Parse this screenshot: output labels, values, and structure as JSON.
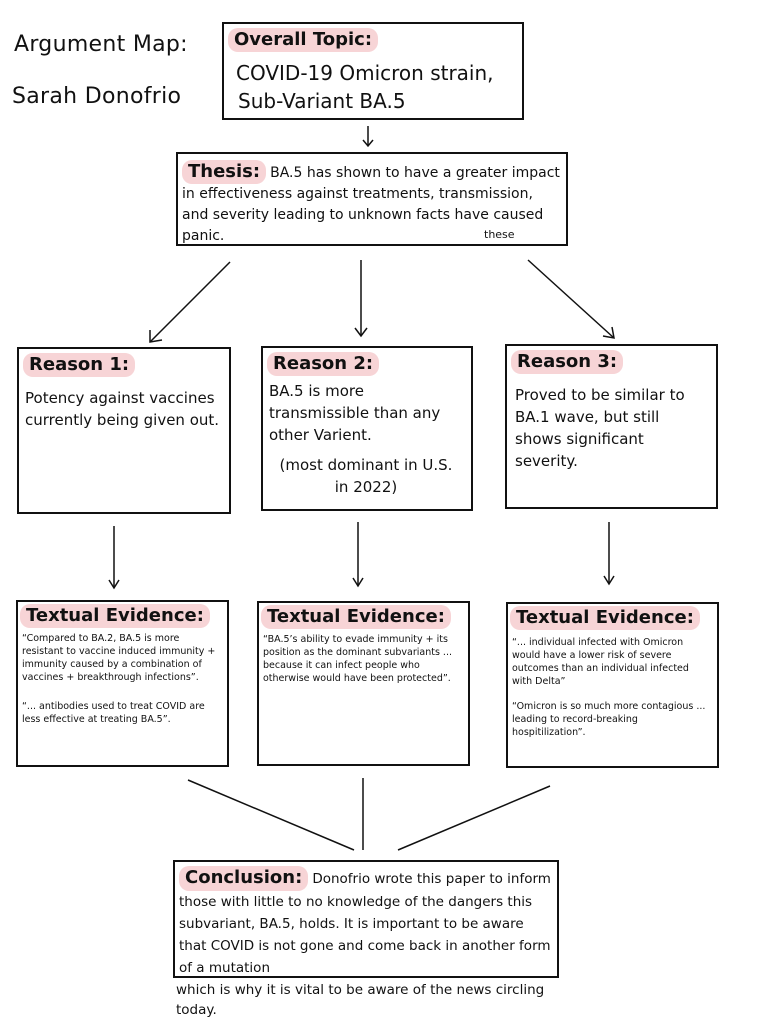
{
  "header": {
    "title": "Argument Map:",
    "author": "Sarah Donofrio"
  },
  "topic": {
    "label": "Overall Topic:",
    "line1": "COVID-19 Omicron strain,",
    "line2": "Sub-Variant BA.5"
  },
  "thesis": {
    "label": "Thesis:",
    "text": "BA.5 has shown to have a greater impact in effectiveness against treatments, transmission, and severity leading to unknown facts have caused panic.",
    "insert": "these"
  },
  "reasons": [
    {
      "label": "Reason 1:",
      "text": "Potency against vaccines currently being given out."
    },
    {
      "label": "Reason 2:",
      "text": "BA.5 is more transmissible than any other Varient.",
      "text2": "(most dominant in U.S. in 2022)"
    },
    {
      "label": "Reason 3:",
      "text": "Proved to be similar to BA.1 wave, but still shows significant severity."
    }
  ],
  "evidence": [
    {
      "label": "Textual Evidence:",
      "quote1": "“Compared to BA.2, BA.5 is more resistant to vaccine induced immunity + immunity caused by a combination of vaccines + breakthrough infections”.",
      "quote2": "“... antibodies used to treat COVID are less effective at treating BA.5”."
    },
    {
      "label": "Textual Evidence:",
      "quote1": "“BA.5’s ability to evade immunity + its position as the dominant subvariants ... because it can infect people who otherwise would have been protected”."
    },
    {
      "label": "Textual Evidence:",
      "quote1": "“... individual infected with Omicron would have a lower risk of severe outcomes than an individual infected with Delta”",
      "quote2": "“Omicron is so much more contagious ... leading to record-breaking hospitilization”."
    }
  ],
  "conclusion": {
    "label": "Conclusion:",
    "text": "Donofrio wrote this paper to inform those with little to no knowledge of the dangers this subvariant, BA.5, holds. It is important to be aware that COVID is not gone and come back in another form of a mutation",
    "overflow": "which is why it is vital to be aware of the news circling today."
  }
}
